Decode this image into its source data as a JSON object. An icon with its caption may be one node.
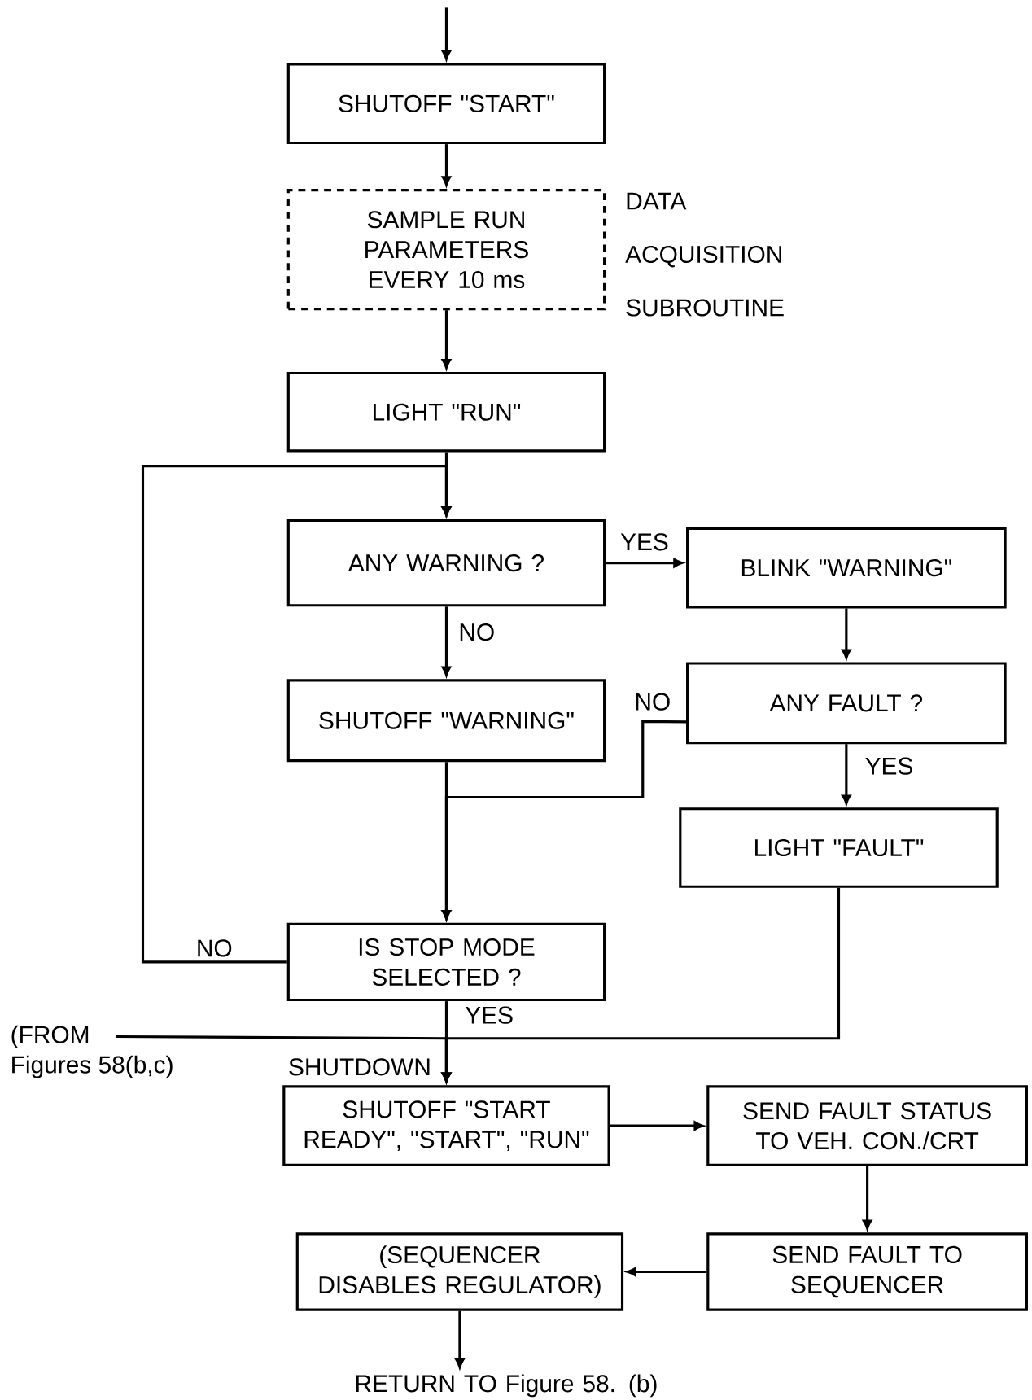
{
  "diagram": {
    "nodes": [
      {
        "text": [
          "SHUTOFF \"START\""
        ]
      },
      {
        "text": [
          "SAMPLE RUN PARAMETERS EVERY 10 ms"
        ],
        "beside": [
          "DATA ACQUISITION SUBROUTINE"
        ]
      },
      {
        "text": [
          "LIGHT \"RUN\""
        ]
      },
      {
        "text": [
          "ANY WARNING ?"
        ]
      },
      {
        "text": [
          "BLINK \"WARNING\""
        ]
      },
      {
        "text": [
          "SHUTOFF \"WARNING\""
        ]
      },
      {
        "text": [
          "ANY FAULT ?"
        ]
      },
      {
        "text": [
          "LIGHT  \"FAULT\""
        ]
      },
      {
        "text": [
          "IS STOP MODE SELECTED ?"
        ]
      },
      {
        "text": [
          "SHUTOFF \"START READY\", \"START\", \"RUN\""
        ]
      },
      {
        "text": [
          "SEND FAULT STATUS TO VEH. CON./CRT"
        ]
      },
      {
        "text": [
          "SEND FAULT TO SEQUENCER"
        ]
      },
      {
        "text": [
          "(SEQUENCER DISABLES REGULATOR)"
        ]
      },
      {
        "text": [
          "RETURN TO Figure 58. (b)"
        ]
      },
      {
        "text": [
          "(FROM",
          "Figures 58(b,c)"
        ]
      }
    ],
    "labels": [
      "SHUTDOWN"
    ],
    "edges": [
      {
        "from": null,
        "to": 0,
        "arrow": "to"
      },
      {
        "from": 0,
        "to": 1,
        "arrow": "to"
      },
      {
        "from": 1,
        "to": 2,
        "arrow": "to"
      },
      {
        "from": 2,
        "to": 3,
        "arrow": "to"
      },
      {
        "from": 8,
        "to": 3,
        "arrow": "to",
        "label": "NO"
      },
      {
        "from": 3,
        "to": 4,
        "arrow": "to",
        "label": "YES"
      },
      {
        "from": 3,
        "to": 5,
        "arrow": "to",
        "label": "NO"
      },
      {
        "from": 4,
        "to": 6,
        "arrow": "to"
      },
      {
        "from": 6,
        "to": 8,
        "arrow": "to",
        "label": "NO"
      },
      {
        "from": 5,
        "to": 8,
        "arrow": "to"
      },
      {
        "from": 6,
        "to": 7,
        "arrow": "to",
        "label": "YES"
      },
      {
        "from": 8,
        "to": 9,
        "arrow": "to",
        "label": "YES"
      },
      {
        "from": 7,
        "to": 9,
        "arrow": "to"
      },
      {
        "from": 14,
        "to": 9,
        "arrow": "to"
      },
      {
        "from": 9,
        "to": 10,
        "arrow": "to"
      },
      {
        "from": 10,
        "to": 11,
        "arrow": "to"
      },
      {
        "from": 11,
        "to": 12,
        "arrow": "to"
      },
      {
        "from": 12,
        "to": 13,
        "arrow": "to"
      }
    ]
  }
}
